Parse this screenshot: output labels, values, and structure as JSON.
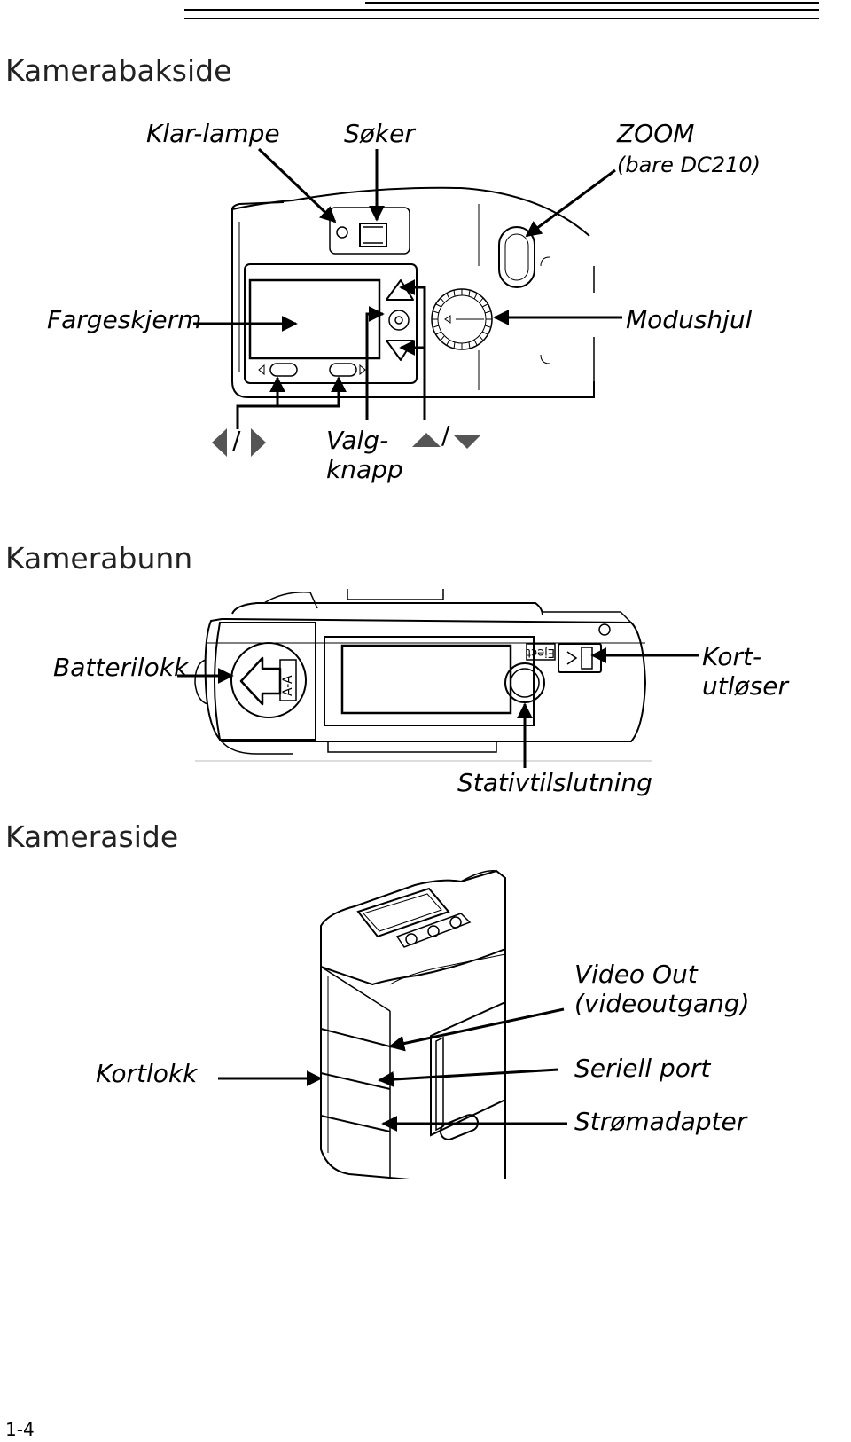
{
  "sections": {
    "back": "Kamerabakside",
    "bottom": "Kamerabunn",
    "side": "Kameraside"
  },
  "back_labels": {
    "ready_lamp": "Klar-lampe",
    "viewfinder": "Søker",
    "zoom": "ZOOM",
    "zoom_note": "(bare DC210)",
    "color_screen": "Fargeskjerm",
    "mode_dial": "Modushjul",
    "select_line1": "Valg-",
    "select_line2": "knapp",
    "slash": "/"
  },
  "bottom_labels": {
    "battery_cover": "Batterilokk",
    "card_release_line1": "Kort-",
    "card_release_line2": "utløser",
    "tripod": "Stativtilslutning",
    "eject": "Eject",
    "battery_type": "A-A"
  },
  "side_labels": {
    "video_out_line1": "Video Out",
    "video_out_line2": "(videoutgang)",
    "card_door": "Kortlokk",
    "serial_port": "Seriell port",
    "power_adapter": "Strømadapter"
  },
  "page_number": "1-4"
}
